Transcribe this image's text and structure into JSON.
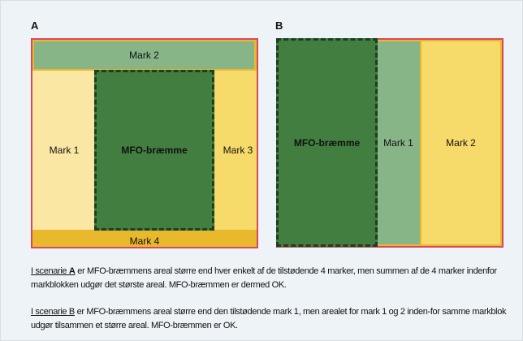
{
  "scenario_a": {
    "letter": "A",
    "fields": {
      "mark1": "Mark 1",
      "mark2": "Mark 2",
      "mark3": "Mark 3",
      "mark4": "Mark 4",
      "mfo": "MFO-bræmme"
    }
  },
  "scenario_b": {
    "letter": "B",
    "fields": {
      "mfo": "MFO-bræmme",
      "mark1": "Mark 1",
      "mark2": "Mark 2"
    }
  },
  "captions": {
    "a_prefix": "I scenarie ",
    "a_letter": "A",
    "a_text": " er MFO-bræmmens areal større end hver enkelt af de tilstødende 4 marker, men summen af de 4 marker indenfor markblokken udgør det største  areal. MFO-bræmmen er dermed OK.",
    "b_prefix": "I scenarie ",
    "b_letter": "B",
    "b_text": " er MFO-bræmmens areal større end den tilstødende mark 1, men arealet for mark 1 og 2 inden-for samme markblok udgør tilsammen et større areal. MFO-bræmmen er OK."
  },
  "colors": {
    "block_border": "#d9485e",
    "mfo": "#417e40",
    "light_green": "#87b587",
    "light_yellow": "#fae7a3",
    "yellow": "#f6da6a",
    "dark_yellow": "#e8b92c"
  }
}
